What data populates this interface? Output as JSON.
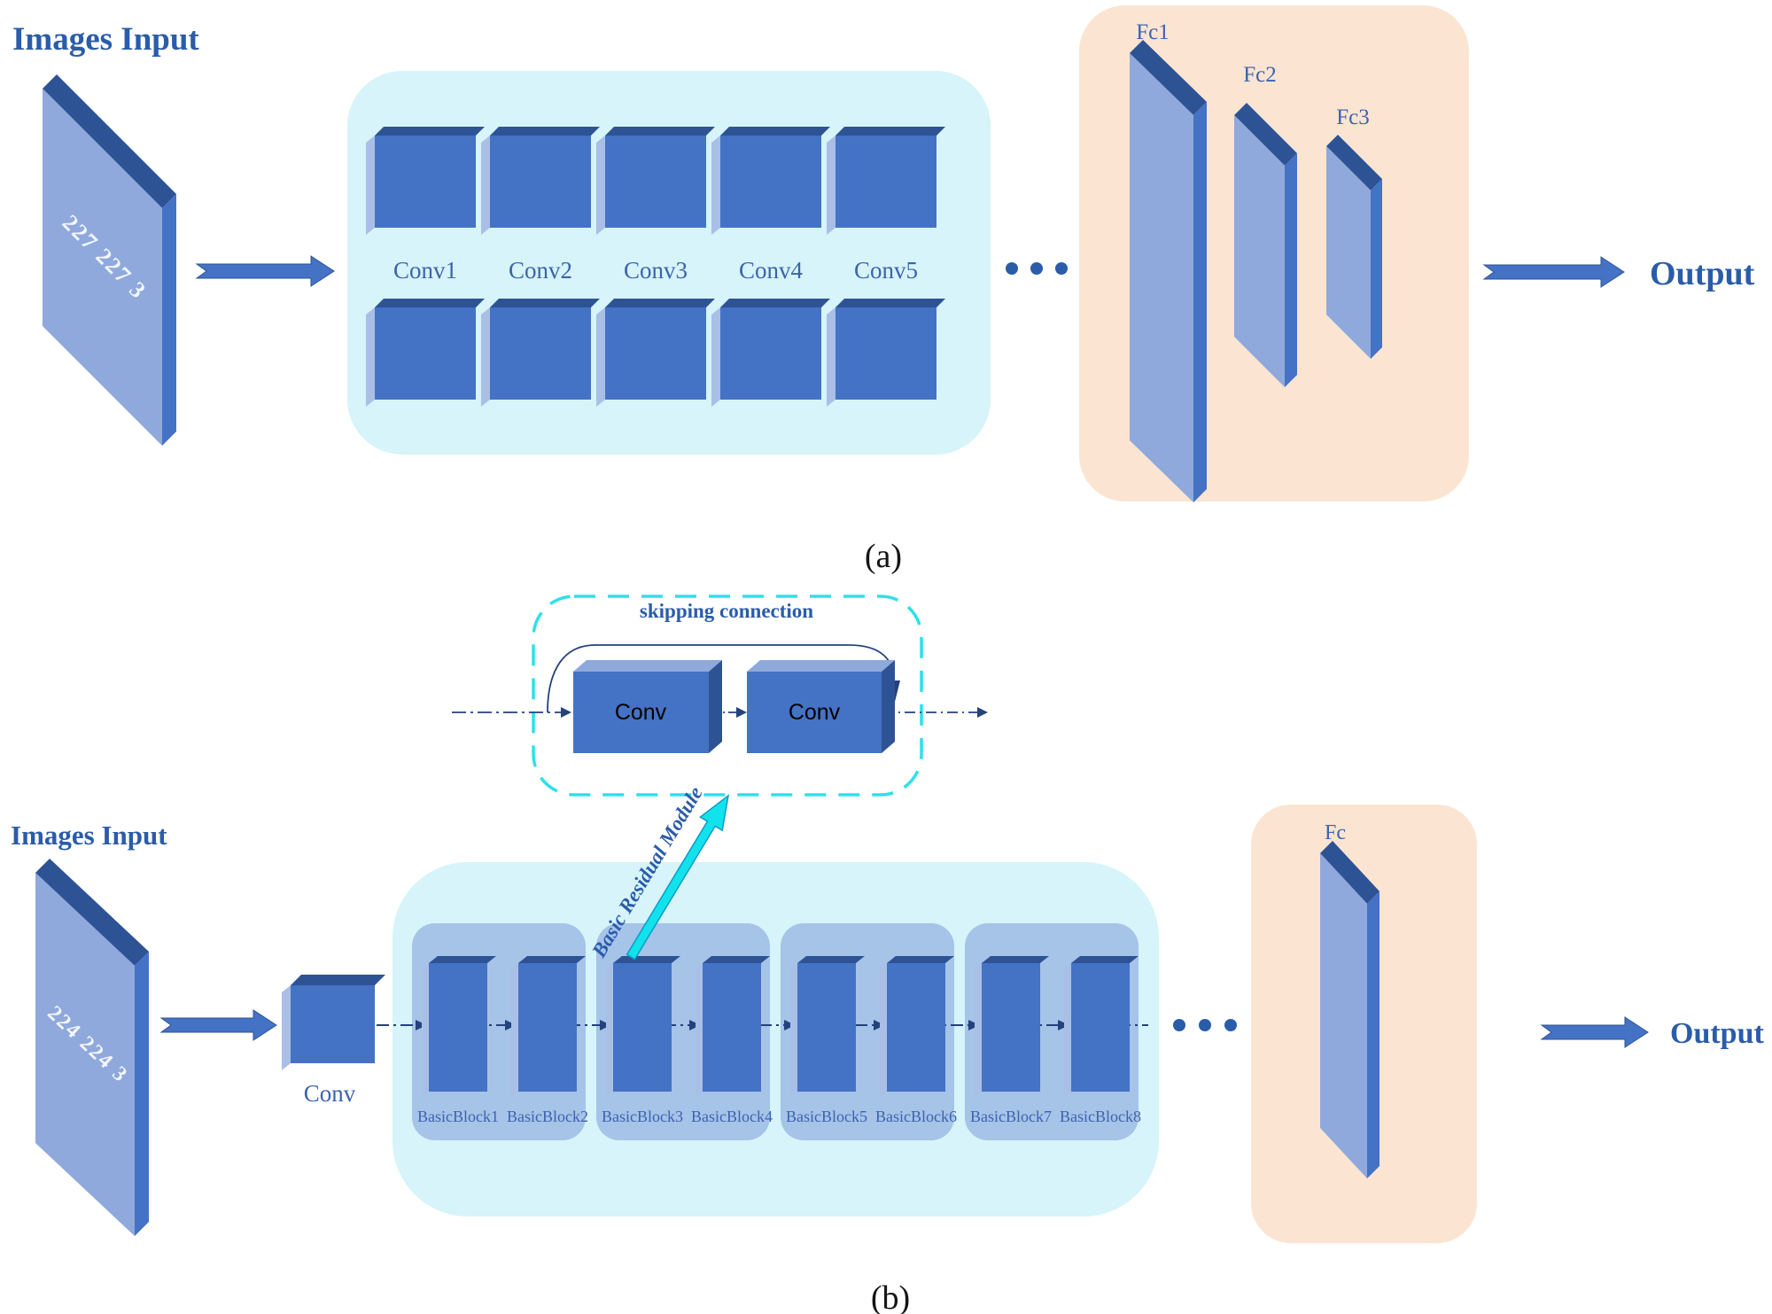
{
  "part_a": {
    "title": "Images Input",
    "input_dims": "227 227 3",
    "conv_labels": [
      "Conv1",
      "Conv2",
      "Conv3",
      "Conv4",
      "Conv5"
    ],
    "fc_labels": [
      "Fc1",
      "Fc2",
      "Fc3"
    ],
    "output_label": "Output",
    "caption": "(a)"
  },
  "residual_module": {
    "title": "skipping connection",
    "conv_labels": [
      "Conv",
      "Conv"
    ],
    "arrow_label": "Basic Residual Module"
  },
  "part_b": {
    "title": "Images Input",
    "input_dims": "224 224 3",
    "conv_label": "Conv",
    "block_labels": [
      "BasicBlock1",
      "BasicBlock2",
      "BasicBlock3",
      "BasicBlock4",
      "BasicBlock5",
      "BasicBlock6",
      "BasicBlock7",
      "BasicBlock8"
    ],
    "fc_label": "Fc",
    "output_label": "Output",
    "caption": "(b)"
  },
  "colors": {
    "accent_blue": "#2a5caa",
    "label_blue": "#3c63ae",
    "face_front": "#4472c4",
    "face_top": "#2e5395",
    "face_light": "#aabfe6",
    "face_slab": "#8fa9dc",
    "container_cyan": "#d6f4f9",
    "container_peach": "#fbe5d2",
    "group_blue": "#a6c3e8",
    "line_navy": "#24427c",
    "module_border_cyan": "#2ee0e9",
    "cyan_arrow": "#12e2ec",
    "cyan_arrow_edge": "#0d9cc6",
    "white_text": "#f4f7ff",
    "caption_black": "#141414"
  }
}
